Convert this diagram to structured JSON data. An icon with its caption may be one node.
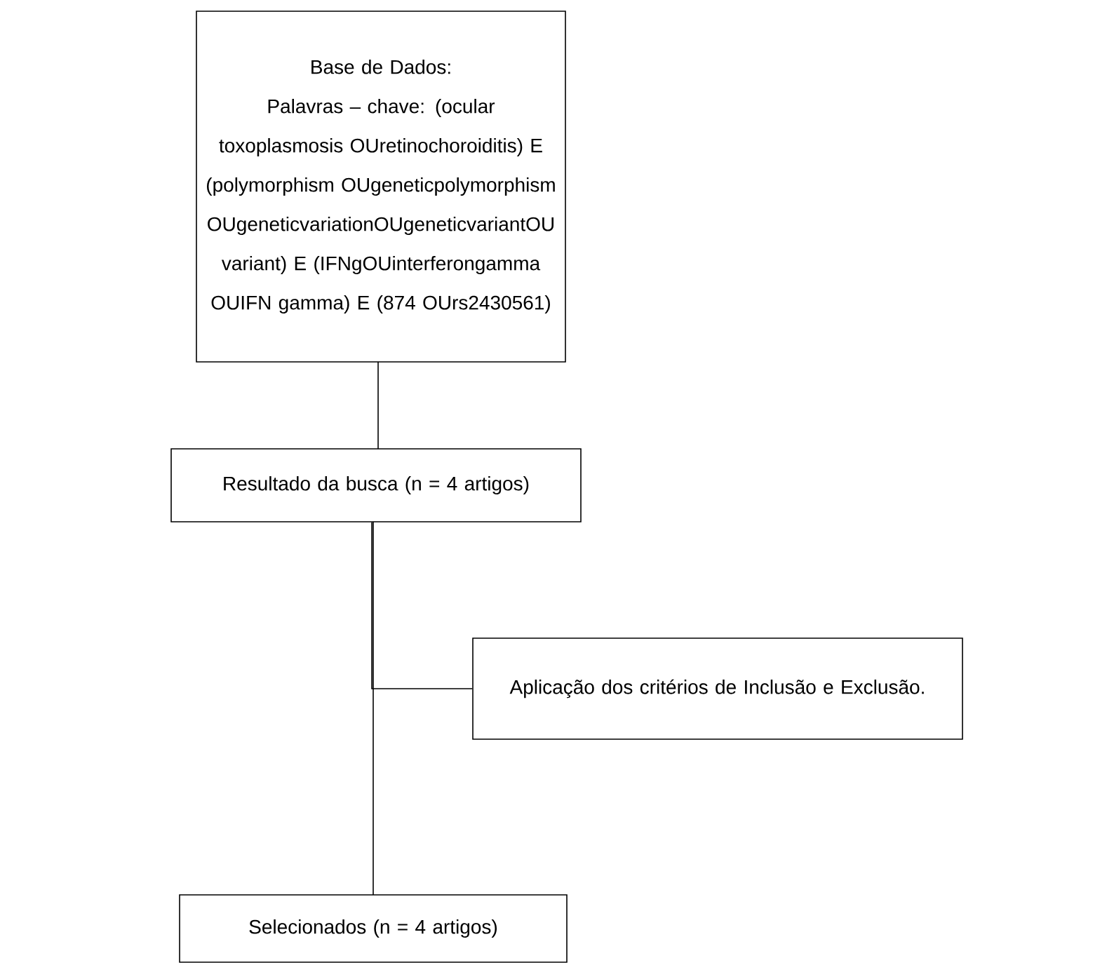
{
  "diagram": {
    "nodes": [
      {
        "text": [
          "Base de Dados:",
          "Palavras – chave: (ocular toxoplasmosis OUretinochoroiditis) E (polymorphism OUgeneticpolymorphism OUgeneticvariationOUgeneticvariantOU variant) E (IFNgOUinterferongamma OUIFN gamma) E (874 OUrs2430561)"
        ]
      },
      {
        "text": [
          "Resultado da busca (n = 4 artigos)"
        ]
      },
      {
        "text": [
          "Aplicação dos critérios de Inclusão e Exclusão."
        ]
      },
      {
        "text": [
          "Selecionados (n = 4 artigos)"
        ]
      }
    ],
    "edges": [
      {
        "from": 0,
        "to": 1,
        "arrow": "none"
      },
      {
        "from": 1,
        "to": 2,
        "arrow": "none"
      },
      {
        "from": 1,
        "to": 3,
        "arrow": "none"
      }
    ]
  }
}
